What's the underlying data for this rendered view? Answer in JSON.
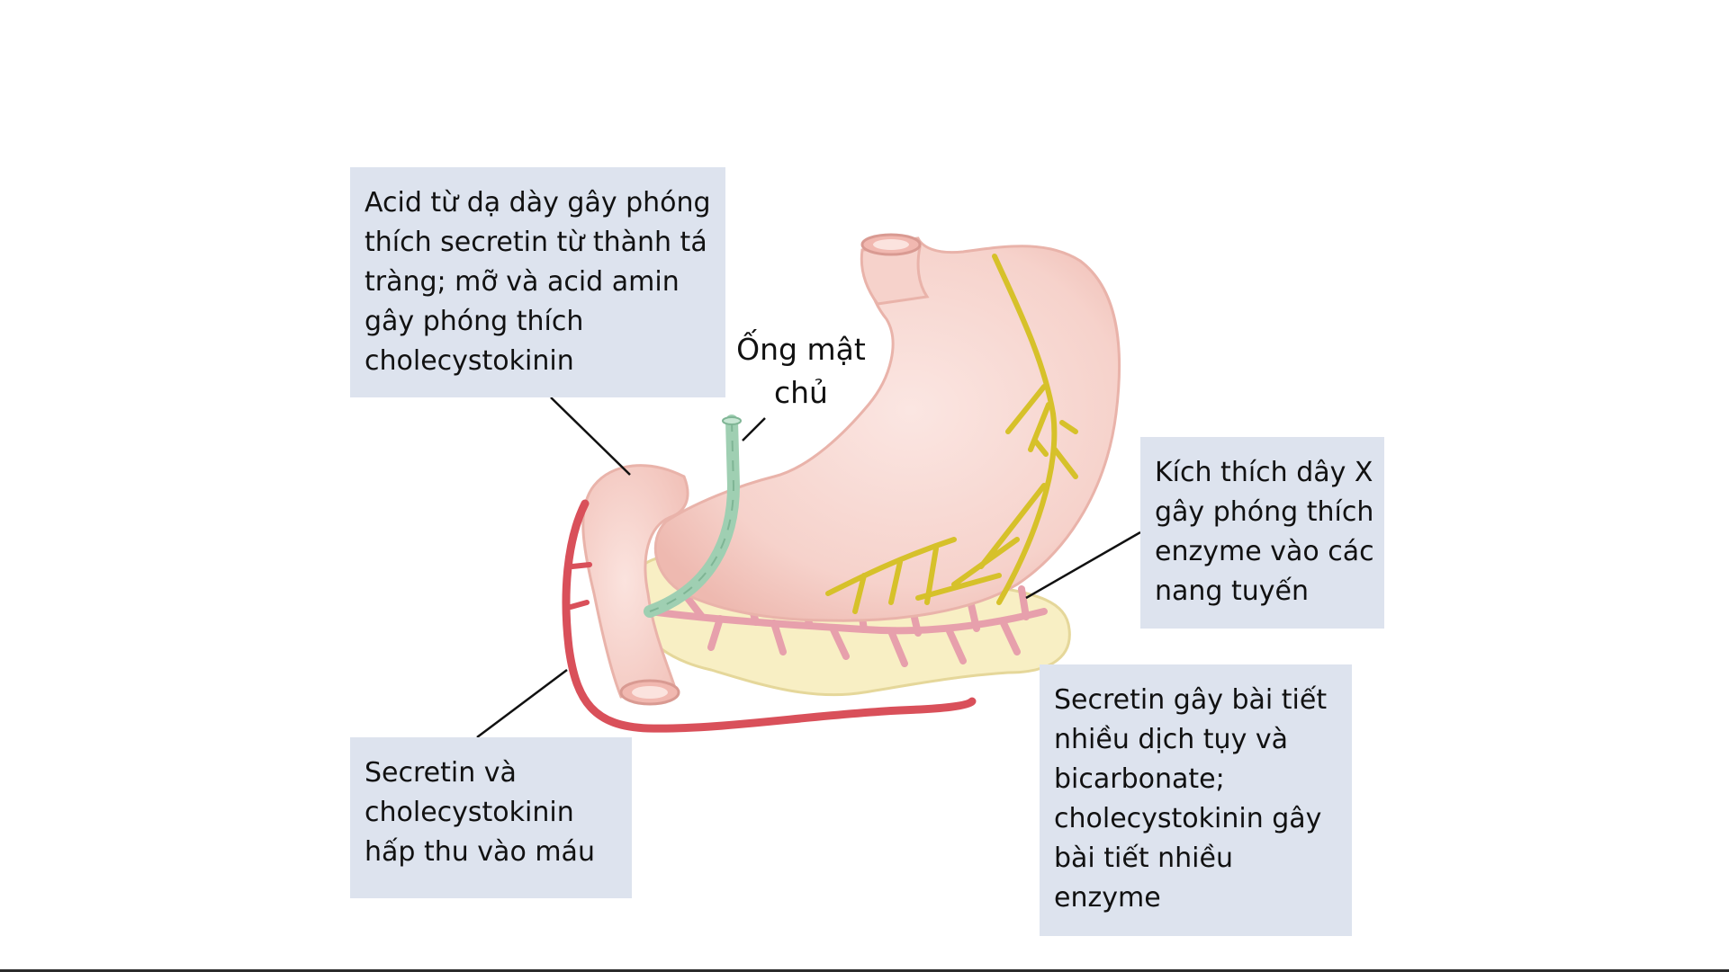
{
  "labels": {
    "acid_box": {
      "lines": [
        "Acid từ dạ dày gây phóng",
        "thích secretin từ thành tá",
        "tràng; mỡ và acid amin",
        "gây phóng thích",
        "cholecystokinin"
      ]
    },
    "bile_duct": {
      "lines": [
        "Ống mật",
        "chủ"
      ]
    },
    "vagus_box": {
      "lines": [
        "Kích thích dây X",
        "gây phóng thích",
        "enzyme vào các",
        "nang tuyến"
      ]
    },
    "blood_box": {
      "lines": [
        "Secretin và",
        "cholecystokinin",
        "hấp thu vào máu"
      ]
    },
    "secretion_box": {
      "lines": [
        "Secretin gây bài tiết",
        "nhiều dịch tụy và",
        "bicarbonate;",
        "cholecystokinin gây",
        "bài tiết nhiều",
        "enzyme"
      ]
    }
  },
  "colors": {
    "box_fill": "#dde3ee",
    "stomach_fill": "#f7d6d0",
    "stomach_edge": "#e9b3aa",
    "nerve": "#d6c12a",
    "artery": "#d9505a",
    "bile_duct": "#9fcfb2",
    "pancreas_fill": "#f8efc4",
    "pancreatic_duct": "#e7a0ac"
  }
}
